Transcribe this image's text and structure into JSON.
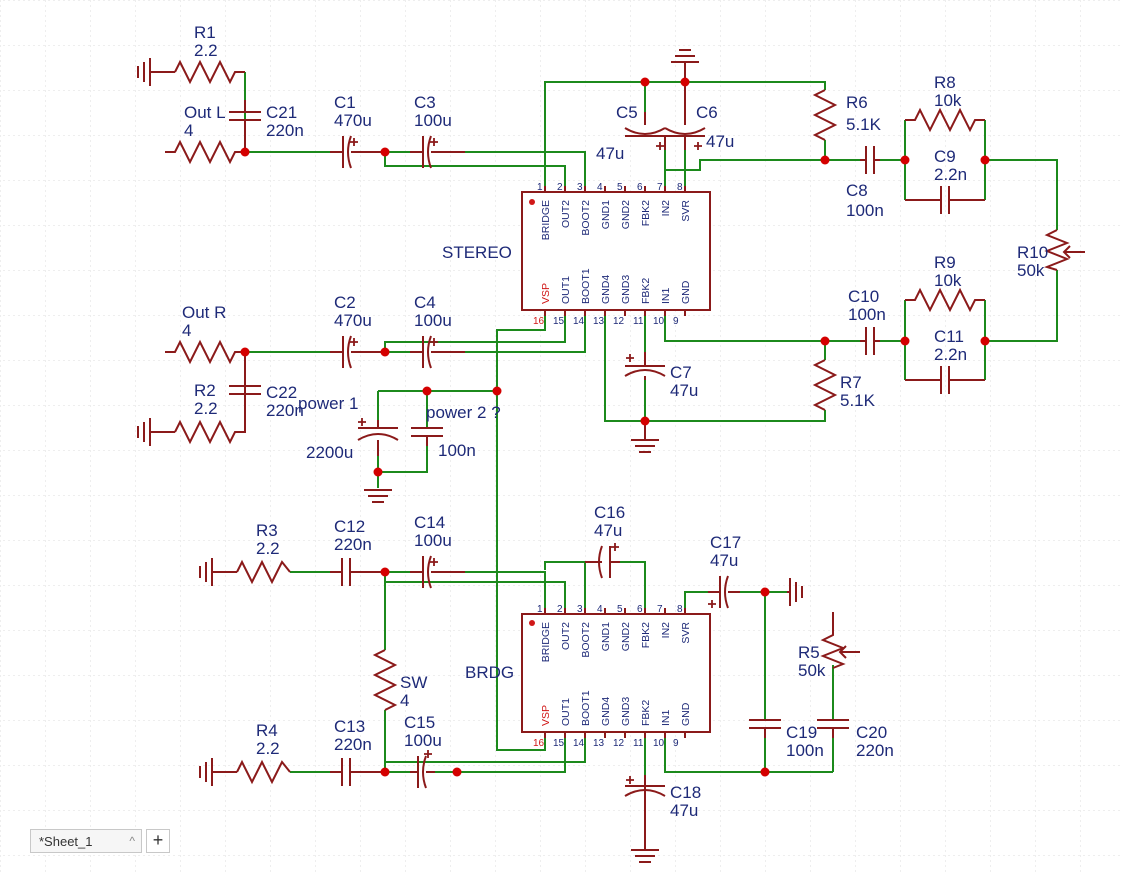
{
  "sheet": {
    "tab_label": "*Sheet_1",
    "tab_arrow": "^",
    "add_label": "+"
  },
  "chips": {
    "stereo": {
      "label": "STEREO",
      "top_pins": [
        "BRIDGE",
        "OUT2",
        "BOOT2",
        "GND1",
        "GND2",
        "FBK2",
        "IN2",
        "SVR"
      ],
      "top_nums": [
        "1",
        "2",
        "3",
        "4",
        "5",
        "6",
        "7",
        "8"
      ],
      "bottom_pins": [
        "VSP",
        "OUT1",
        "BOOT1",
        "GND4",
        "GND3",
        "FBK2",
        "IN1",
        "GND"
      ],
      "bottom_nums": [
        "16",
        "15",
        "14",
        "13",
        "12",
        "11",
        "10",
        "9"
      ]
    },
    "brdg": {
      "label": "BRDG",
      "top_pins": [
        "BRIDGE",
        "OUT2",
        "BOOT2",
        "GND1",
        "GND2",
        "FBK2",
        "IN2",
        "SVR"
      ],
      "top_nums": [
        "1",
        "2",
        "3",
        "4",
        "5",
        "6",
        "7",
        "8"
      ],
      "bottom_pins": [
        "VSP",
        "OUT1",
        "BOOT1",
        "GND4",
        "GND3",
        "FBK2",
        "IN1",
        "GND"
      ],
      "bottom_nums": [
        "16",
        "15",
        "14",
        "13",
        "12",
        "11",
        "10",
        "9"
      ]
    }
  },
  "components": {
    "r1": {
      "name": "R1",
      "value": "2.2"
    },
    "outl": {
      "name": "Out L",
      "value": "4"
    },
    "c21": {
      "name": "C21",
      "value": "220n"
    },
    "c1": {
      "name": "C1",
      "value": "470u"
    },
    "c3": {
      "name": "C3",
      "value": "100u"
    },
    "c5": {
      "name": "C5",
      "value": "47u"
    },
    "c6": {
      "name": "C6",
      "value": "47u"
    },
    "r6": {
      "name": "R6",
      "value": "5.1K"
    },
    "r8": {
      "name": "R8",
      "value": "10k"
    },
    "c9": {
      "name": "C9",
      "value": "2.2n"
    },
    "c8": {
      "name": "C8",
      "value": "100n"
    },
    "r10": {
      "name": "R10",
      "value": "50k"
    },
    "outr": {
      "name": "Out R",
      "value": "4"
    },
    "c2": {
      "name": "C2",
      "value": "470u"
    },
    "c4": {
      "name": "C4",
      "value": "100u"
    },
    "r2": {
      "name": "R2",
      "value": "2.2"
    },
    "c22": {
      "name": "C22",
      "value": "220n"
    },
    "c10": {
      "name": "C10",
      "value": "100n"
    },
    "r9": {
      "name": "R9",
      "value": "10k"
    },
    "c11": {
      "name": "C11",
      "value": "2.2n"
    },
    "c7": {
      "name": "C7",
      "value": "47u"
    },
    "r7": {
      "name": "R7",
      "value": "5.1K"
    },
    "p1": {
      "name": "power 1",
      "value": "2200u"
    },
    "p2": {
      "name": "power 2 ?",
      "value": "100n"
    },
    "r3": {
      "name": "R3",
      "value": "2.2"
    },
    "c12": {
      "name": "C12",
      "value": "220n"
    },
    "c14": {
      "name": "C14",
      "value": "100u"
    },
    "c16": {
      "name": "C16",
      "value": "47u"
    },
    "c17": {
      "name": "C17",
      "value": "47u"
    },
    "r5": {
      "name": "R5",
      "value": "50k"
    },
    "sw": {
      "name": "SW",
      "value": "4"
    },
    "r4": {
      "name": "R4",
      "value": "2.2"
    },
    "c13": {
      "name": "C13",
      "value": "220n"
    },
    "c15": {
      "name": "C15",
      "value": "100u"
    },
    "c19": {
      "name": "C19",
      "value": "100n"
    },
    "c20": {
      "name": "C20",
      "value": "220n"
    },
    "c18": {
      "name": "C18",
      "value": "47u"
    }
  },
  "colors": {
    "wire": "#1c8a1c",
    "part": "#8b1a1a",
    "label": "#1e2a78",
    "junction": "#d40000",
    "grid": "#d6d6d6"
  }
}
